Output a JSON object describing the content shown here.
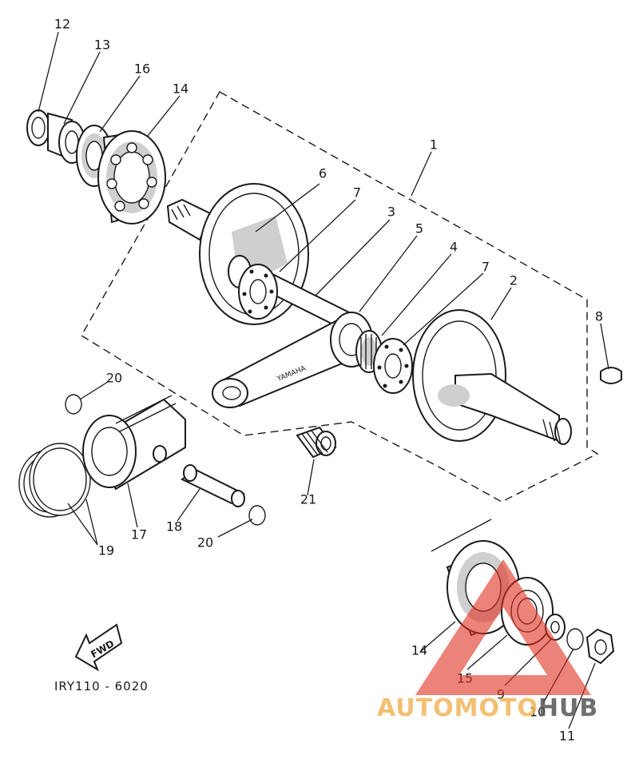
{
  "diagram": {
    "code": "IRY110 - 6020",
    "fwd_label": "FWD",
    "rod_marking": "YAMAHA",
    "callouts": {
      "p1": "1",
      "p2": "2",
      "p3": "3",
      "p4": "4",
      "p5": "5",
      "p6": "6",
      "p7a": "7",
      "p7b": "7",
      "p8": "8",
      "p9": "9",
      "p10": "10",
      "p11": "11",
      "p12": "12",
      "p13": "13",
      "p14a": "14",
      "p14b": "14",
      "p15": "15",
      "p16": "16",
      "p17": "17",
      "p18": "18",
      "p19": "19",
      "p20a": "20",
      "p20b": "20",
      "p21": "21"
    }
  },
  "watermark": {
    "brand_prefix": "AUTOMOTO",
    "brand_suffix": "HUB",
    "color_accent": "#e03020",
    "color_prefix": "#f2b45a",
    "color_suffix": "#555555"
  }
}
